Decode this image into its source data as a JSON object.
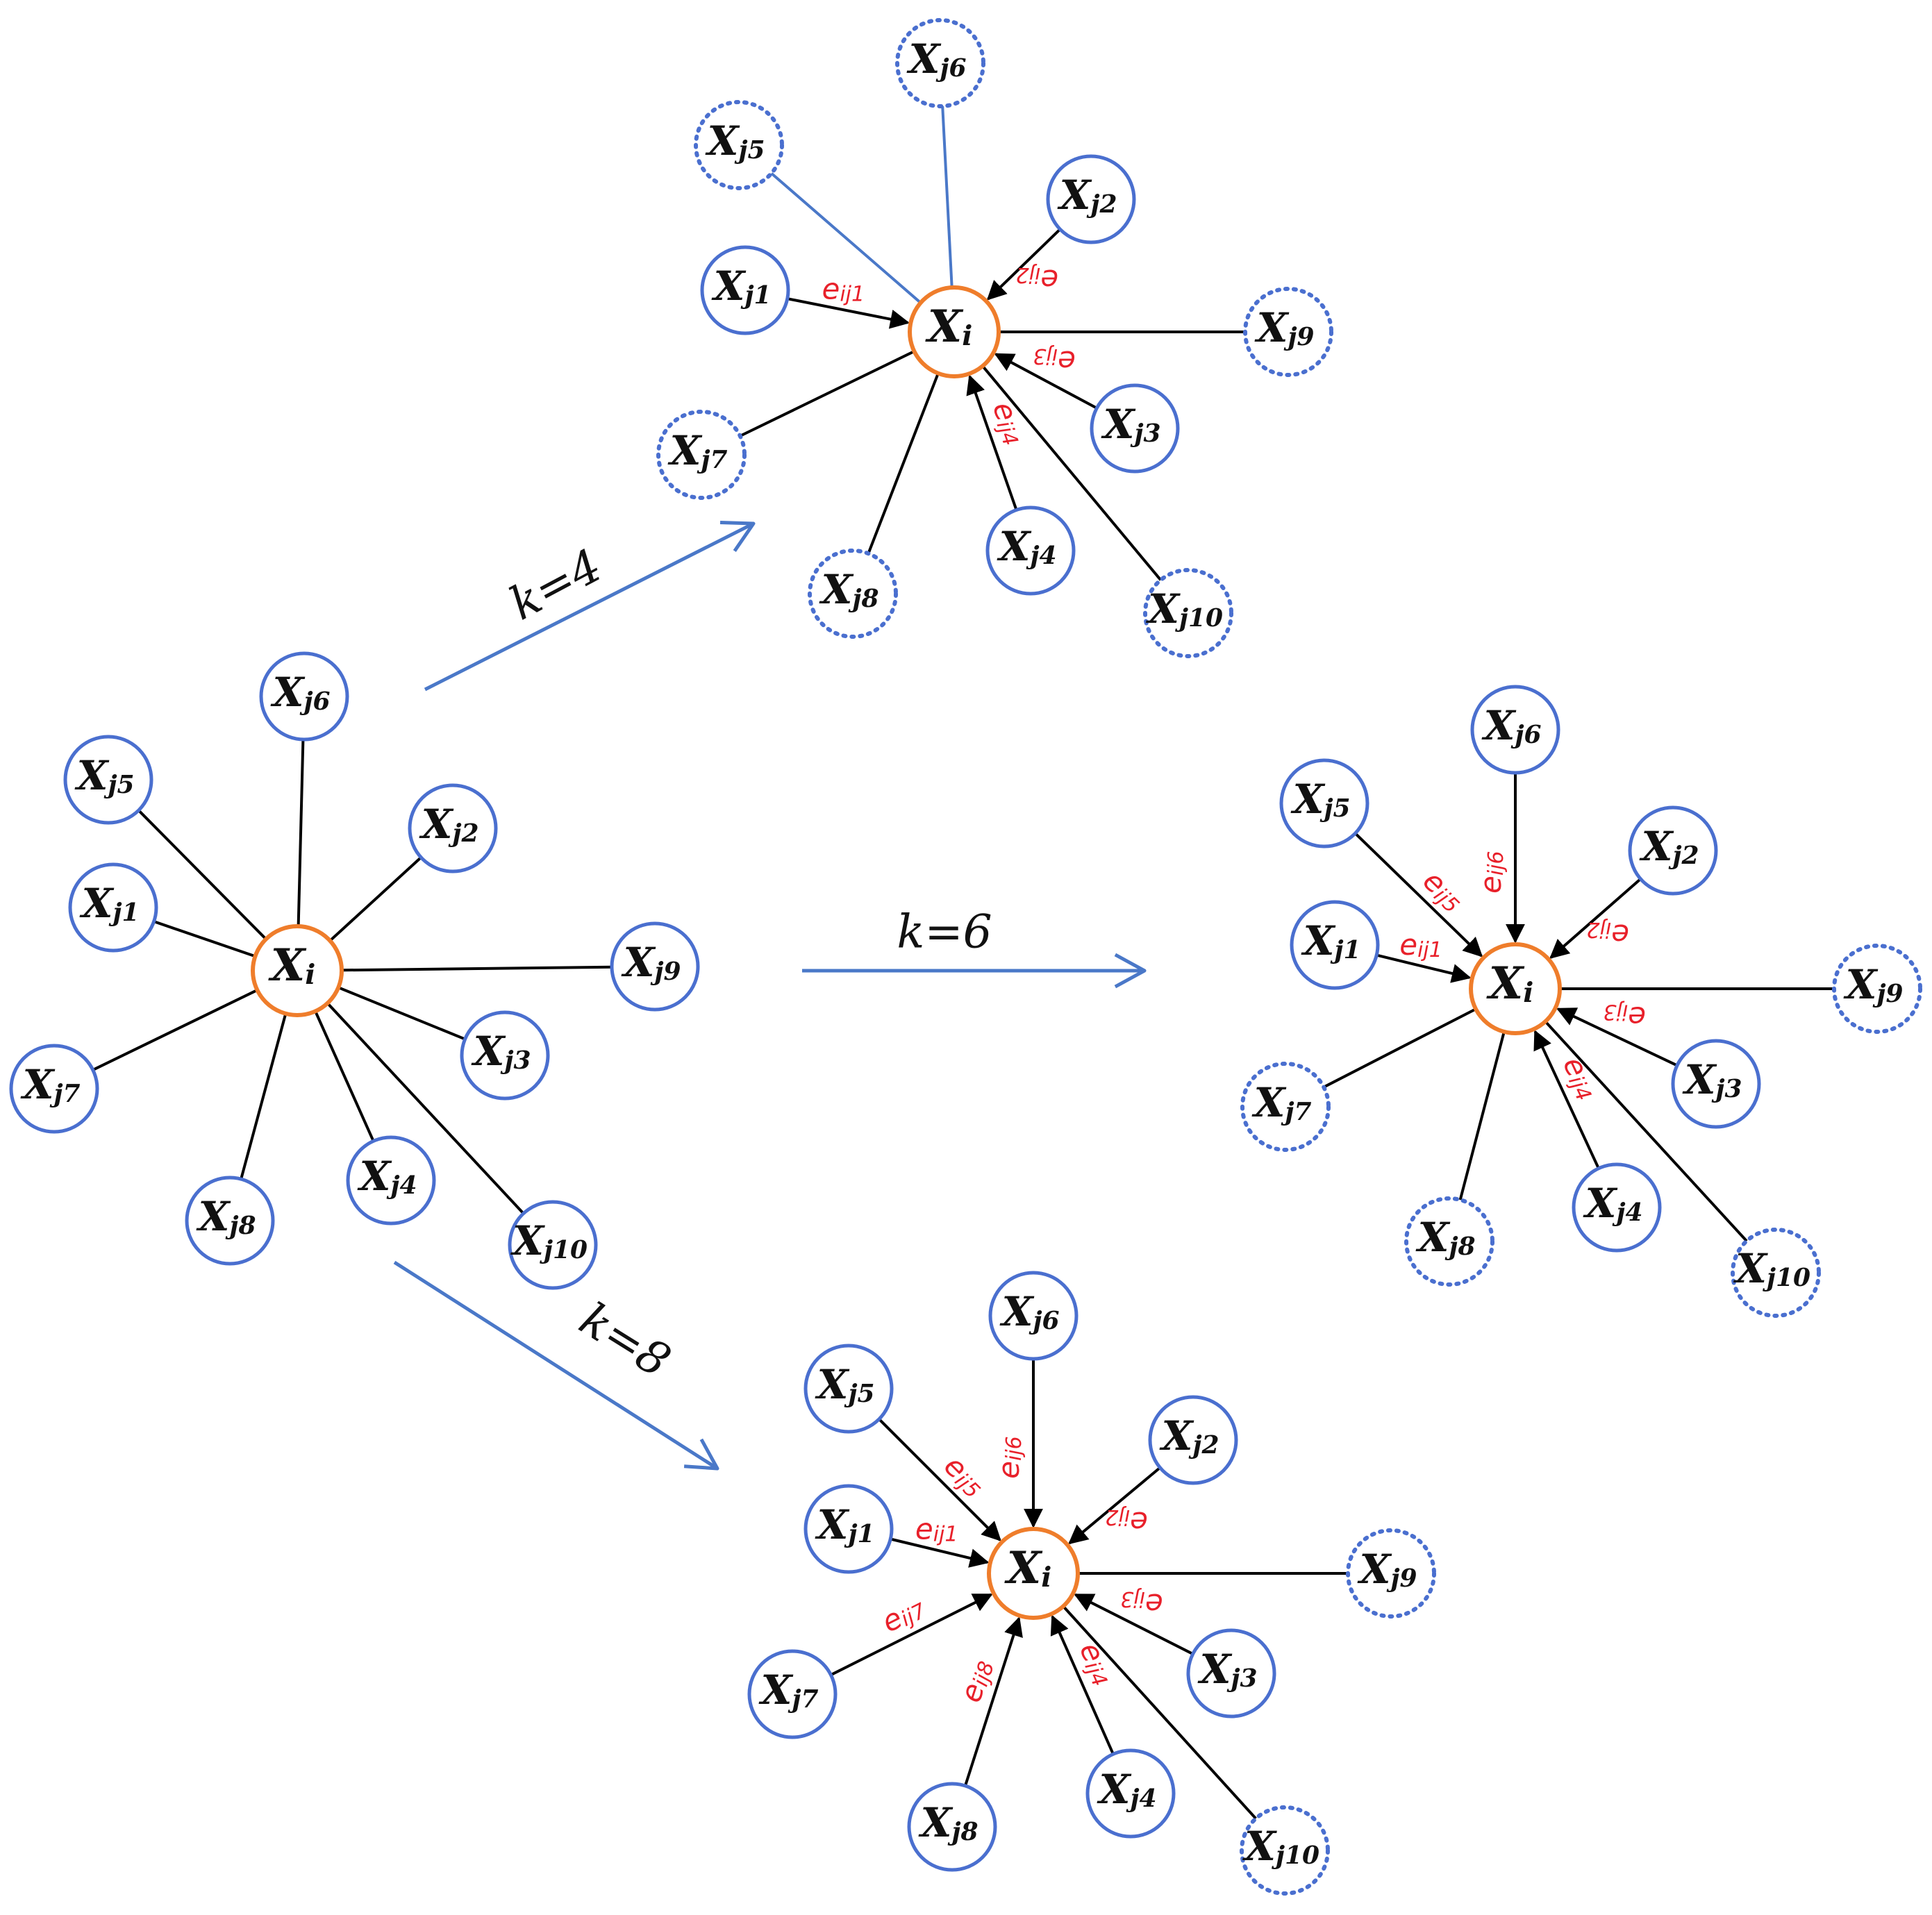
{
  "colors": {
    "node_border": "#4a6fcf",
    "center_border": "#ef7d2b",
    "edge": "#000000",
    "edge_label": "#e8202a",
    "transition_arrow": "#4a78c8",
    "highlight_edge": "#4a78c8"
  },
  "center_label": {
    "main": "X",
    "sub": "i"
  },
  "neighbor_labels": {
    "j1": {
      "main": "X",
      "sub": "j1"
    },
    "j2": {
      "main": "X",
      "sub": "j2"
    },
    "j3": {
      "main": "X",
      "sub": "j3"
    },
    "j4": {
      "main": "X",
      "sub": "j4"
    },
    "j5": {
      "main": "X",
      "sub": "j5"
    },
    "j6": {
      "main": "X",
      "sub": "j6"
    },
    "j7": {
      "main": "X",
      "sub": "j7"
    },
    "j8": {
      "main": "X",
      "sub": "j8"
    },
    "j9": {
      "main": "X",
      "sub": "j9"
    },
    "j10": {
      "main": "X",
      "sub": "j10"
    }
  },
  "edge_labels": {
    "j1": "e",
    "j1_sub": "ij1",
    "j2": "e",
    "j2_sub": "ij2",
    "j3": "e",
    "j3_sub": "ij3",
    "j4": "e",
    "j4_sub": "ij4",
    "j5": "e",
    "j5_sub": "ij5",
    "j6": "e",
    "j6_sub": "ij6",
    "j7": "e",
    "j7_sub": "ij7",
    "j8": "e",
    "j8_sub": "ij8"
  },
  "graphs": [
    {
      "id": "original",
      "selected": [],
      "all_solid": true
    },
    {
      "id": "k4",
      "k_label": "k=4",
      "selected": [
        "j1",
        "j2",
        "j3",
        "j4"
      ],
      "blue_edges": [
        "j5",
        "j6"
      ]
    },
    {
      "id": "k6",
      "k_label": "k=6",
      "selected": [
        "j1",
        "j2",
        "j3",
        "j4",
        "j5",
        "j6"
      ],
      "blue_edges": []
    },
    {
      "id": "k8",
      "k_label": "k=8",
      "selected": [
        "j1",
        "j2",
        "j3",
        "j4",
        "j5",
        "j6",
        "j7",
        "j8"
      ],
      "blue_edges": []
    }
  ]
}
